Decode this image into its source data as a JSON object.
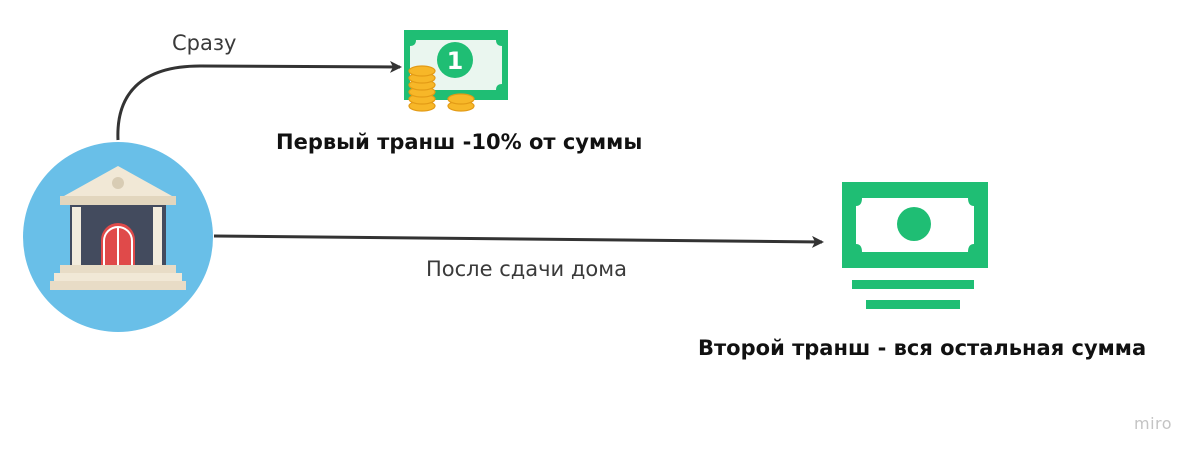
{
  "connections": {
    "immediately_label": "Сразу",
    "after_label": "После сдачи дома"
  },
  "tranches": {
    "first": "Первый транш -10% от суммы",
    "second": "Второй транш - вся остальная сумма"
  },
  "icons": {
    "bank": "bank-building-icon",
    "first_payment": "banknote-with-coins-icon",
    "second_payment": "banknote-stack-icon"
  },
  "brand": "miro",
  "colors": {
    "bank_circle": "#69bfe8",
    "money_green": "#1fbe74",
    "coin_gold": "#f7b728",
    "arrow": "#333333",
    "door_red": "#e04a4a"
  }
}
